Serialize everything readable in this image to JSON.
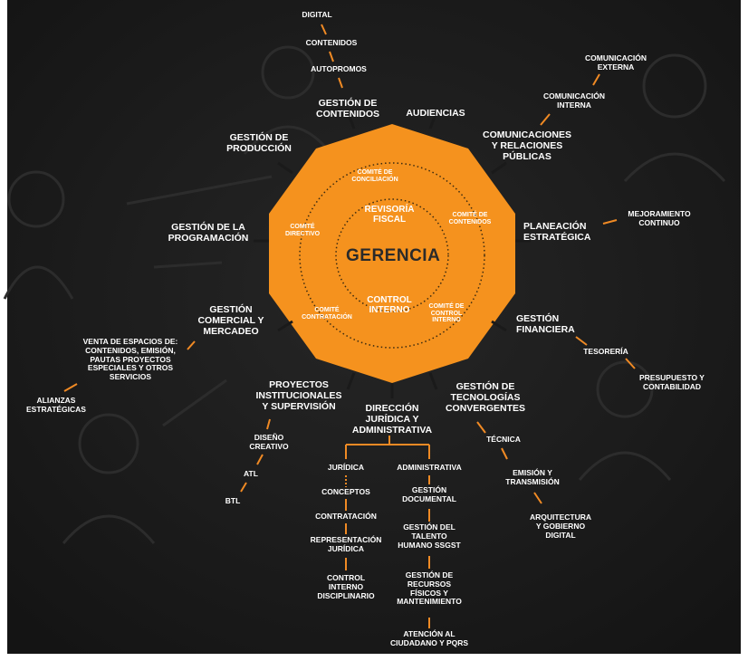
{
  "colors": {
    "background": "#1c1c1c",
    "decagon": "#f5921e",
    "connector": "#f08a24",
    "text": "#ffffff",
    "center_text": "#2a2a2a"
  },
  "center": {
    "title": "GERENCIA"
  },
  "inner_ring": {
    "revisoria": "REVISORÍA\nFISCAL",
    "control": "CONTROL\nINTERNO"
  },
  "committees": {
    "conciliacion": "COMITÉ DE\nCONCILIACIÓN",
    "contenidos": "COMITÉ DE\nCONTENIDOS",
    "directivo": "COMITÉ\nDIRECTIVO",
    "contratacion": "COMITÉ\nCONTRATACIÓN",
    "control_interno": "COMITÉ DE\nCONTROL\nINTERNO"
  },
  "areas": {
    "gestion_contenidos": "GESTIÓN DE\nCONTENIDOS",
    "audiencias": "AUDIENCIAS",
    "comunicaciones": "COMUNICACIONES\nY RELACIONES\nPÚBLICAS",
    "planeacion": "PLANEACIÓN\nESTRATÉGICA",
    "financiera": "GESTIÓN\nFINANCIERA",
    "tecnologias": "GESTIÓN DE\nTECNOLOGÍAS\nCONVERGENTES",
    "juridica": "DIRECCIÓN\nJURÍDICA Y\nADMINISTRATIVA",
    "proyectos": "PROYECTOS\nINSTITUCIONALES\nY SUPERVISIÓN",
    "comercial": "GESTIÓN\nCOMERCIAL Y\nMERCADEO",
    "programacion": "GESTIÓN DE LA\nPROGRAMACIÓN",
    "produccion": "GESTIÓN DE\nPRODUCCIÓN"
  },
  "sub": {
    "digital": "DIGITAL",
    "contenidos": "CONTENIDOS",
    "autopromos": "AUTOPROMOS",
    "com_externa": "COMUNICACIÓN\nEXTERNA",
    "com_interna": "COMUNICACIÓN\nINTERNA",
    "mejoramiento": "MEJORAMIENTO\nCONTINUO",
    "tesoreria": "TESORERÍA",
    "presupuesto": "PRESUPUESTO Y\nCONTABILIDAD",
    "tecnica": "TÉCNICA",
    "emision": "EMISIÓN Y\nTRANSMISIÓN",
    "arquitectura": "ARQUITECTURA\nY GOBIERNO\nDIGITAL",
    "venta": "VENTA DE ESPACIOS DE:\nCONTENIDOS, EMISIÓN,\nPAUTAS PROYECTOS\nESPECIALES Y OTROS\nSERVICIOS",
    "alianzas": "ALIANZAS\nESTRATÉGICAS",
    "diseno": "DISEÑO\nCREATIVO",
    "atl": "ATL",
    "btl": "BTL",
    "jur_juridica": "JURÍDICA",
    "jur_conceptos": "CONCEPTOS",
    "jur_contratacion": "CONTRATACIÓN",
    "jur_representacion": "REPRESENTACIÓN\nJURÍDICA",
    "jur_control": "CONTROL\nINTERNO\nDISCIPLINARIO",
    "adm_administrativa": "ADMINISTRATIVA",
    "adm_documental": "GESTIÓN\nDOCUMENTAL",
    "adm_talento": "GESTIÓN DEL\nTALENTO\nHUMANO SSGST",
    "adm_recursos": "GESTIÓN DE\nRECURSOS\nFÍSICOS Y\nMANTENIMIENTO",
    "adm_atencion": "ATENCIÓN AL\nCIUDADANO Y PQRS"
  }
}
